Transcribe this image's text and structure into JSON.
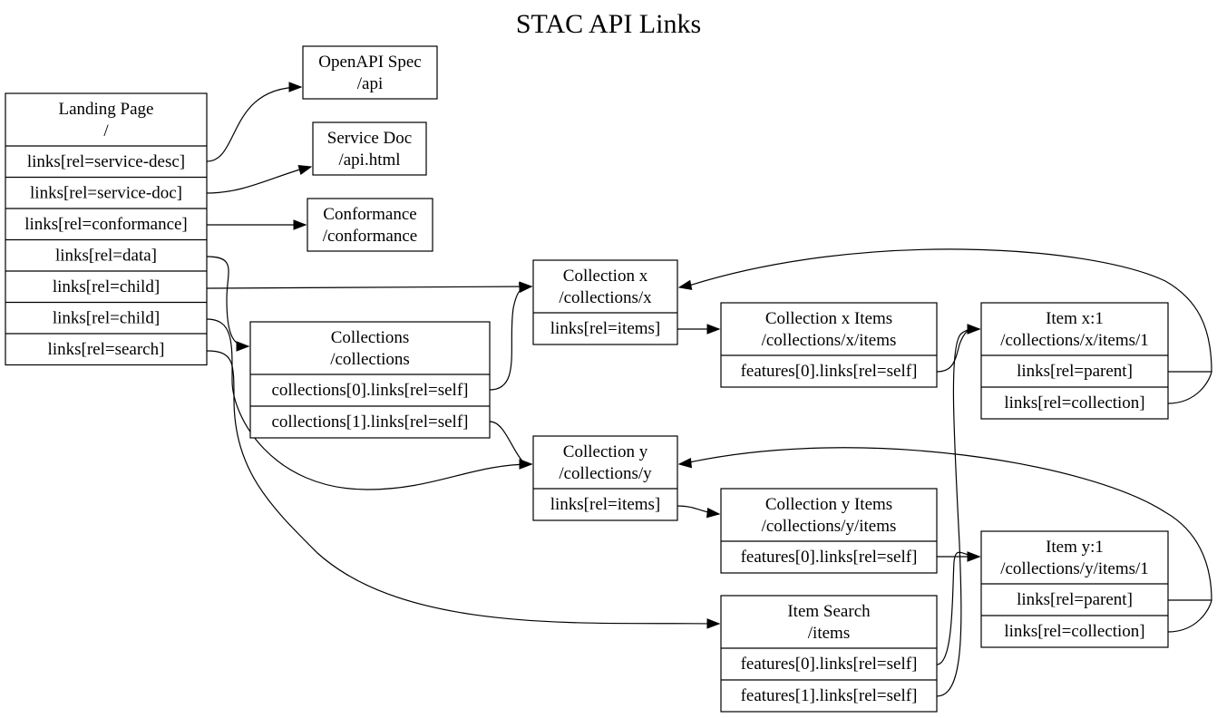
{
  "title": "STAC API Links",
  "nodes": {
    "landing": {
      "header": [
        "Landing Page",
        "/"
      ],
      "ports": [
        "links[rel=service-desc]",
        "links[rel=service-doc]",
        "links[rel=conformance]",
        "links[rel=data]",
        "links[rel=child]",
        "links[rel=child]",
        "links[rel=search]"
      ]
    },
    "openapi": {
      "header": [
        "OpenAPI Spec",
        "/api"
      ],
      "ports": []
    },
    "servicedoc": {
      "header": [
        "Service Doc",
        "/api.html"
      ],
      "ports": []
    },
    "conformance": {
      "header": [
        "Conformance",
        "/conformance"
      ],
      "ports": []
    },
    "collections": {
      "header": [
        "Collections",
        "/collections"
      ],
      "ports": [
        "collections[0].links[rel=self]",
        "collections[1].links[rel=self]"
      ]
    },
    "colx": {
      "header": [
        "Collection x",
        "/collections/x"
      ],
      "ports": [
        "links[rel=items]"
      ]
    },
    "coly": {
      "header": [
        "Collection y",
        "/collections/y"
      ],
      "ports": [
        "links[rel=items]"
      ]
    },
    "colxitems": {
      "header": [
        "Collection x Items",
        "/collections/x/items"
      ],
      "ports": [
        "features[0].links[rel=self]"
      ]
    },
    "colyitems": {
      "header": [
        "Collection y Items",
        "/collections/y/items"
      ],
      "ports": [
        "features[0].links[rel=self]"
      ]
    },
    "search": {
      "header": [
        "Item Search",
        "/items"
      ],
      "ports": [
        "features[0].links[rel=self]",
        "features[1].links[rel=self]"
      ]
    },
    "itemx": {
      "header": [
        "Item x:1",
        "/collections/x/items/1"
      ],
      "ports": [
        "links[rel=parent]",
        "links[rel=collection]"
      ]
    },
    "itemy": {
      "header": [
        "Item y:1",
        "/collections/y/items/1"
      ],
      "ports": [
        "links[rel=parent]",
        "links[rel=collection]"
      ]
    }
  },
  "edges": [
    {
      "from": "landing.links[rel=service-desc]",
      "to": "openapi"
    },
    {
      "from": "landing.links[rel=service-doc]",
      "to": "servicedoc"
    },
    {
      "from": "landing.links[rel=conformance]",
      "to": "conformance"
    },
    {
      "from": "landing.links[rel=data]",
      "to": "collections"
    },
    {
      "from": "landing.links[rel=child]",
      "to": "colx"
    },
    {
      "from": "landing.links[rel=child]",
      "to": "coly"
    },
    {
      "from": "landing.links[rel=search]",
      "to": "search"
    },
    {
      "from": "collections.collections[0].links[rel=self]",
      "to": "colx"
    },
    {
      "from": "collections.collections[1].links[rel=self]",
      "to": "coly"
    },
    {
      "from": "colx.links[rel=items]",
      "to": "colxitems"
    },
    {
      "from": "coly.links[rel=items]",
      "to": "colyitems"
    },
    {
      "from": "colxitems.features[0].links[rel=self]",
      "to": "itemx"
    },
    {
      "from": "colyitems.features[0].links[rel=self]",
      "to": "itemy"
    },
    {
      "from": "search.features[0].links[rel=self]",
      "to": "itemx"
    },
    {
      "from": "search.features[1].links[rel=self]",
      "to": "itemy"
    },
    {
      "from": "itemx.links[rel=parent]",
      "to": "colx"
    },
    {
      "from": "itemx.links[rel=collection]",
      "to": "colx"
    },
    {
      "from": "itemy.links[rel=parent]",
      "to": "coly"
    },
    {
      "from": "itemy.links[rel=collection]",
      "to": "coly"
    }
  ]
}
